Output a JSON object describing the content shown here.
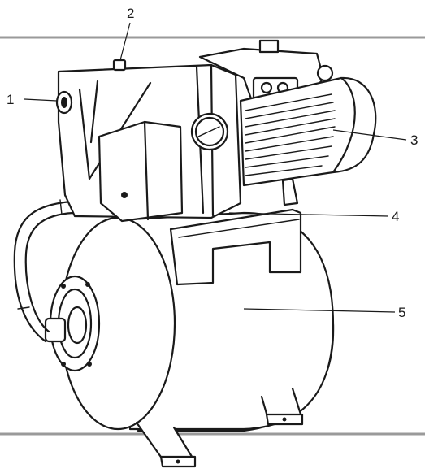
{
  "diagram": {
    "callouts": [
      {
        "id": "1",
        "label": "1"
      },
      {
        "id": "2",
        "label": "2"
      },
      {
        "id": "3",
        "label": "3"
      },
      {
        "id": "4",
        "label": "4"
      },
      {
        "id": "5",
        "label": "5"
      }
    ]
  },
  "colors": {
    "ink": "#1a1a1a",
    "rule": "#9a9a9a",
    "background": "#ffffff"
  }
}
